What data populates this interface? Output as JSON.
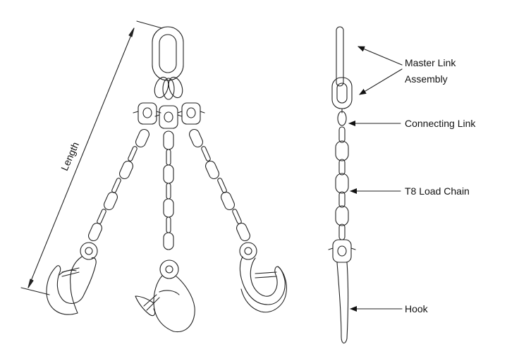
{
  "diagram": {
    "dimension_label": "Length",
    "callouts": {
      "master_link_line1": "Master Link",
      "master_link_line2": "Assembly",
      "connecting_link": "Connecting Link",
      "load_chain": "T8 Load Chain",
      "hook": "Hook"
    }
  }
}
